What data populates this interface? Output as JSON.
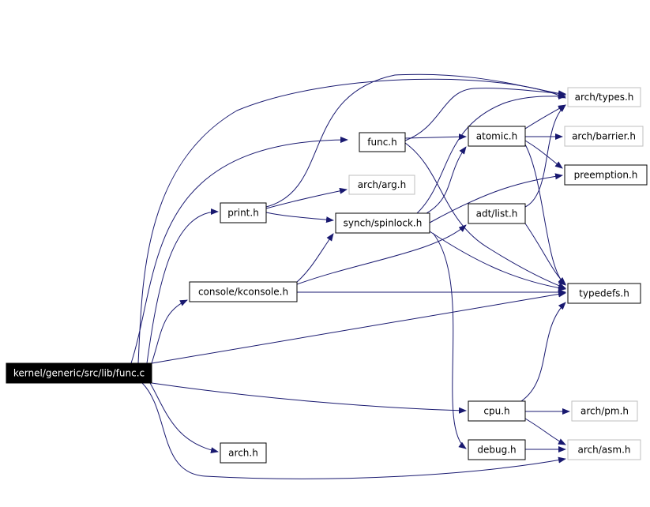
{
  "graph": {
    "colors": {
      "edge": "#191970",
      "arrowhead": "#191970",
      "root_fill": "#000000",
      "root_text": "#ffffff",
      "documented_border": "#000000",
      "external_border": "#bfbfbf",
      "node_fill": "#ffffff"
    },
    "nodes": [
      {
        "id": "func_c",
        "label": "kernel/generic/src/lib/func.c",
        "kind": "root"
      },
      {
        "id": "func_h",
        "label": "func.h",
        "kind": "documented"
      },
      {
        "id": "print_h",
        "label": "print.h",
        "kind": "documented"
      },
      {
        "id": "arch_arg_h",
        "label": "arch/arg.h",
        "kind": "external"
      },
      {
        "id": "spinlock_h",
        "label": "synch/spinlock.h",
        "kind": "documented"
      },
      {
        "id": "kconsole_h",
        "label": "console/kconsole.h",
        "kind": "documented"
      },
      {
        "id": "arch_h",
        "label": "arch.h",
        "kind": "documented"
      },
      {
        "id": "atomic_h",
        "label": "atomic.h",
        "kind": "documented"
      },
      {
        "id": "list_h",
        "label": "adt/list.h",
        "kind": "documented"
      },
      {
        "id": "cpu_h",
        "label": "cpu.h",
        "kind": "documented"
      },
      {
        "id": "debug_h",
        "label": "debug.h",
        "kind": "documented"
      },
      {
        "id": "types_h",
        "label": "arch/types.h",
        "kind": "external"
      },
      {
        "id": "barrier_h",
        "label": "arch/barrier.h",
        "kind": "external"
      },
      {
        "id": "preemption_h",
        "label": "preemption.h",
        "kind": "documented"
      },
      {
        "id": "typedefs_h",
        "label": "typedefs.h",
        "kind": "documented"
      },
      {
        "id": "pm_h",
        "label": "arch/pm.h",
        "kind": "external"
      },
      {
        "id": "asm_h",
        "label": "arch/asm.h",
        "kind": "external"
      }
    ]
  }
}
